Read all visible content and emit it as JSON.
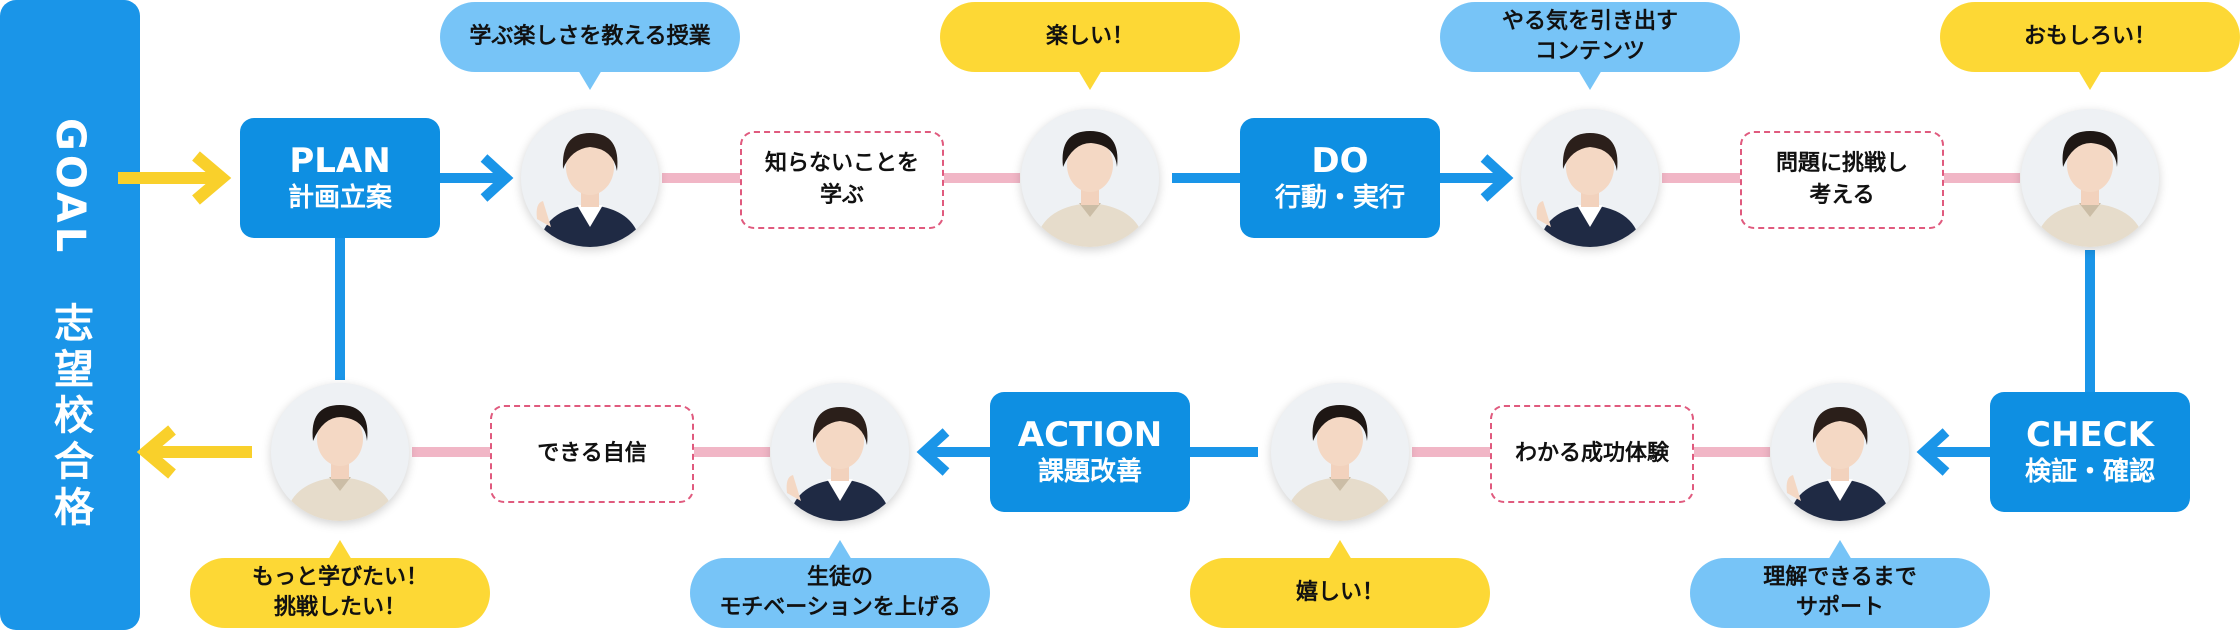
{
  "goal": {
    "en": "GOAL",
    "jp": "志望校合格"
  },
  "steps": {
    "plan": {
      "en": "PLAN",
      "jp": "計画立案"
    },
    "do": {
      "en": "DO",
      "jp": "行動・実行"
    },
    "check": {
      "en": "CHECK",
      "jp": "検証・確認"
    },
    "action": {
      "en": "ACTION",
      "jp": "課題改善"
    }
  },
  "bubbles": {
    "teacher_1": [
      "学ぶ楽しさを教える授業"
    ],
    "student_1": [
      "楽しい！"
    ],
    "teacher_2": [
      "やる気を引き出す",
      "コンテンツ"
    ],
    "student_2": [
      "おもしろい！"
    ],
    "teacher_3": [
      "理解できるまで",
      "サポート"
    ],
    "student_3": [
      "嬉しい！"
    ],
    "teacher_4": [
      "生徒の",
      "モチベーションを上げる"
    ],
    "student_4": [
      "もっと学びたい！",
      "挑戦したい！"
    ]
  },
  "boxes": {
    "top_1": [
      "知らないことを",
      "学ぶ"
    ],
    "top_2": [
      "問題に挑戦し",
      "考える"
    ],
    "bottom_1": [
      "わかる成功体験"
    ],
    "bottom_2": [
      "できる自信"
    ]
  },
  "colors": {
    "goal_bar": "#1a95e8",
    "step_box": "#0e8fe2",
    "arrow_blue": "#1a95e8",
    "arrow_yellow": "#f9d02b",
    "bubble_blue": "#77c4f7",
    "bubble_yellow": "#fdd835",
    "dashed_link": "#e05a7e",
    "pink_line": "#f1b6c6"
  },
  "avatars": {
    "teacher": "teacher-avatar",
    "student": "student-avatar"
  }
}
